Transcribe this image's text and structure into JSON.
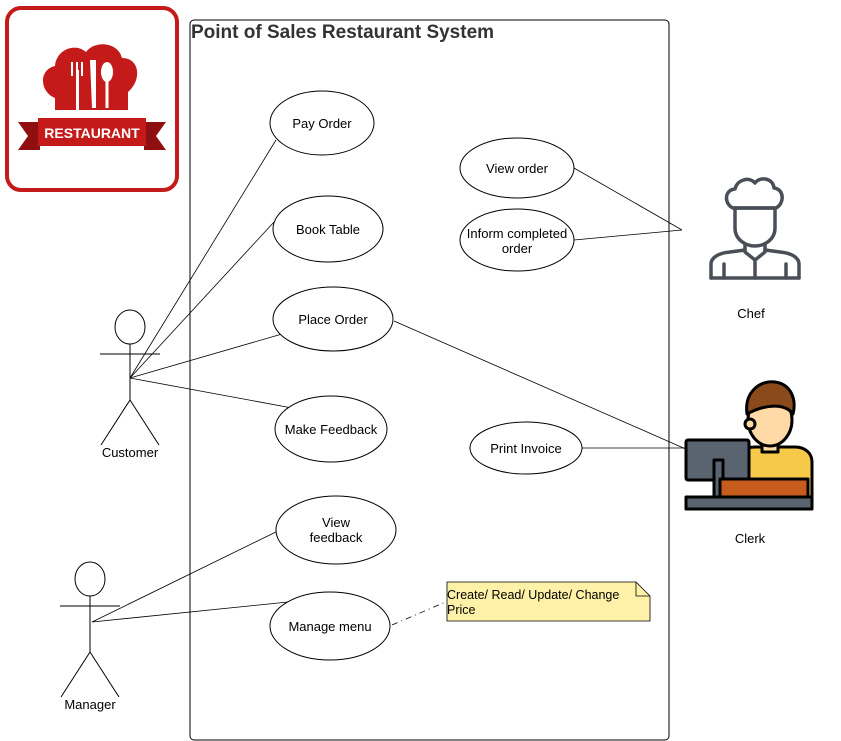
{
  "system": {
    "title": "Point of Sales Restaurant System"
  },
  "logo": {
    "text": "RESTAURANT",
    "border_color": "#c41a1a",
    "ribbon_color": "#c41a1a"
  },
  "actors": {
    "customer": {
      "label": "Customer"
    },
    "manager": {
      "label": "Manager"
    },
    "chef": {
      "label": "Chef"
    },
    "clerk": {
      "label": "Clerk"
    }
  },
  "use_cases": {
    "pay_order": [
      "Pay Order"
    ],
    "book_table": [
      "Book Table"
    ],
    "place_order": [
      "Place Order"
    ],
    "make_feedback": [
      "Make Feedback"
    ],
    "view_feedback": [
      "View",
      "feedback"
    ],
    "manage_menu": [
      "Manage menu"
    ],
    "view_order": [
      "View order"
    ],
    "inform_completed_order": [
      "Inform completed",
      "order"
    ],
    "print_invoice": [
      "Print Invoice"
    ]
  },
  "note": {
    "lines": [
      "Create/ Read/ Update/ Change",
      "Price"
    ],
    "fill": "#fff2a8"
  },
  "colors": {
    "chef_icon": "#4a4f57",
    "clerk_hair": "#8a4a1c",
    "clerk_skin": "#ffd9a6",
    "clerk_shirt": "#f7c948",
    "monitor": "#5a6370",
    "desk": "#c65d1f"
  }
}
